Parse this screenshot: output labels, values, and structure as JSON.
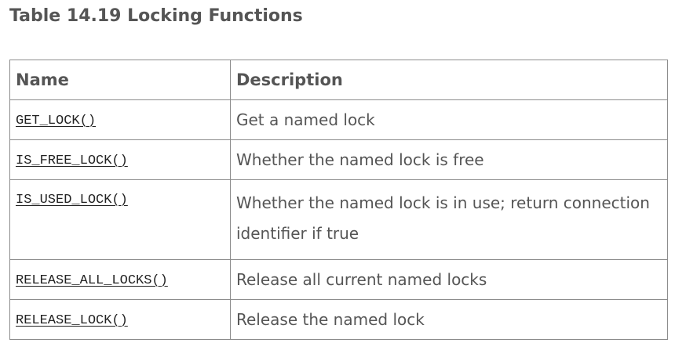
{
  "table": {
    "caption": "Table 14.19 Locking Functions",
    "headers": {
      "name": "Name",
      "description": "Description"
    },
    "rows": [
      {
        "name": "GET_LOCK()",
        "description": "Get a named lock"
      },
      {
        "name": "IS_FREE_LOCK()",
        "description": "Whether the named lock is free"
      },
      {
        "name": "IS_USED_LOCK()",
        "description": "Whether the named lock is in use; return connection identifier if true"
      },
      {
        "name": "RELEASE_ALL_LOCKS()",
        "description": "Release all current named locks"
      },
      {
        "name": "RELEASE_LOCK()",
        "description": "Release the named lock"
      }
    ]
  }
}
